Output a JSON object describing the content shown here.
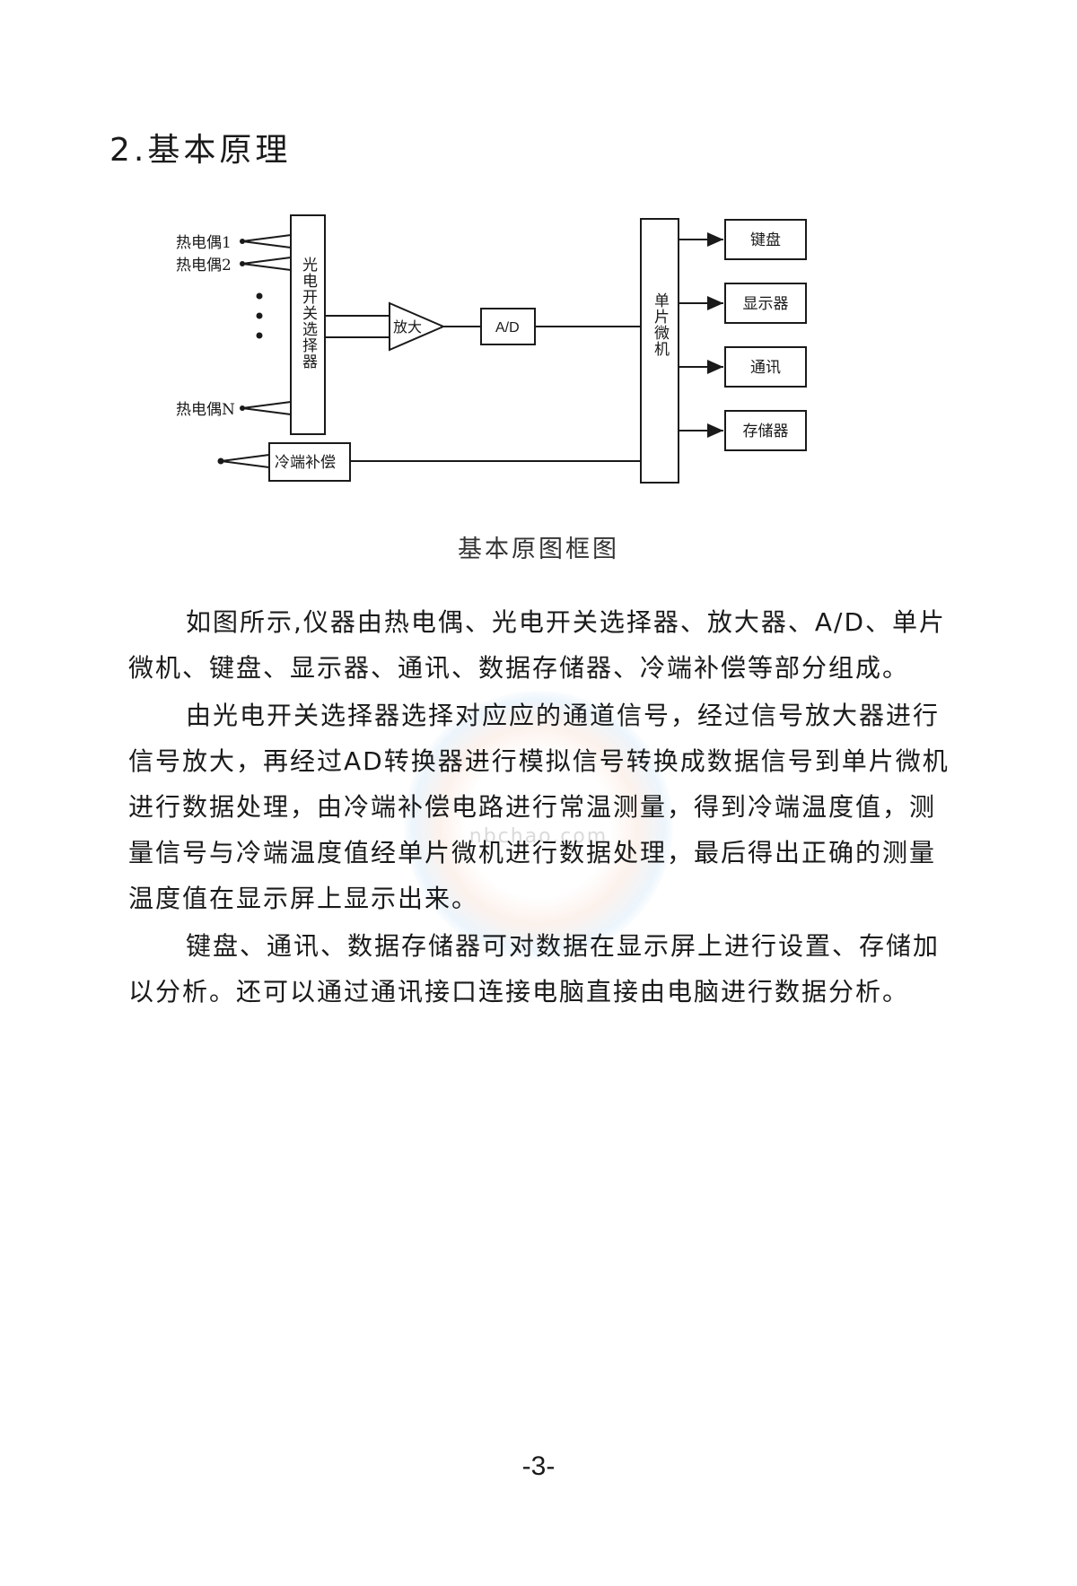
{
  "heading": "2.基本原理",
  "diagram": {
    "inputs": [
      "热电偶1",
      "热电偶2",
      "热电偶N"
    ],
    "selector_label": "光电开关选择器",
    "amplifier_label": "放大",
    "adc_label": "A/D",
    "cold_comp_label": "冷端补偿",
    "mcu_label": "单片微机",
    "outputs": [
      "键盘",
      "显示器",
      "通讯",
      "存储器"
    ]
  },
  "caption": "基本原图框图",
  "paragraphs": [
    "如图所示,仪器由热电偶、光电开关选择器、放大器、A/D、单片微机、键盘、显示器、通讯、数据存储器、冷端补偿等部分组成。",
    "由光电开关选择器选择对应应的通道信号，经过信号放大器进行信号放大，再经过AD转换器进行模拟信号转换成数据信号到单片微机进行数据处理，由冷端补偿电路进行常温测量，得到冷端温度值，测量信号与冷端温度值经单片微机进行数据处理，最后得出正确的测量温度值在显示屏上显示出来。",
    "键盘、通讯、数据存储器可对数据在显示屏上进行设置、存储加以分析。还可以通过通讯接口连接电脑直接由电脑进行数据分析。"
  ],
  "watermark": "nbchao.com",
  "page_number": "-3-"
}
